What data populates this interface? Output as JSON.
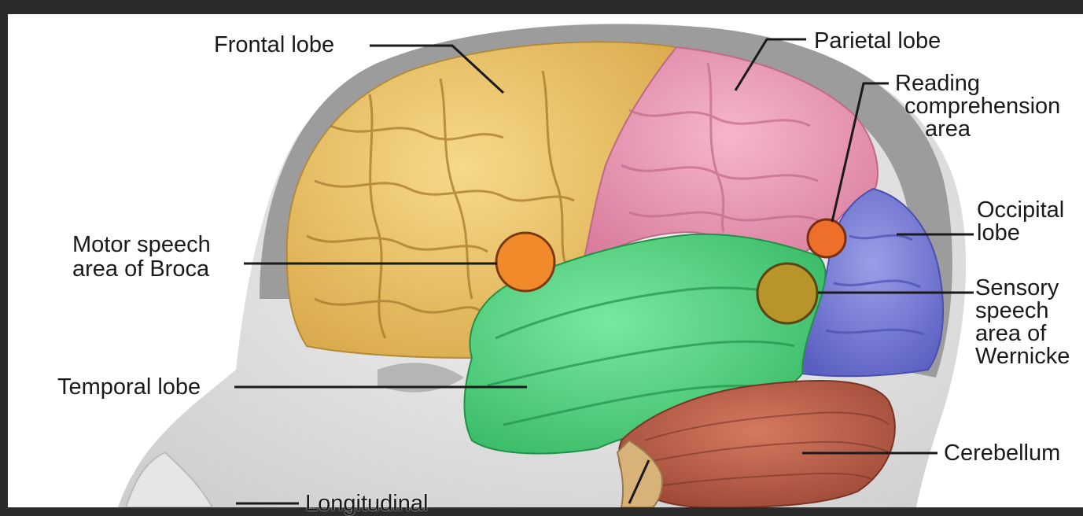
{
  "labels": {
    "frontal": "Frontal lobe",
    "parietal": "Parietal lobe",
    "reading": [
      "Reading",
      "comprehension",
      "area"
    ],
    "occipital": [
      "Occipital",
      "lobe"
    ],
    "broca": [
      "Motor speech",
      "area of Broca"
    ],
    "wernicke": [
      "Sensory",
      "speech",
      "area of",
      "Wernicke"
    ],
    "temporal": "Temporal lobe",
    "cerebellum": "Cerebellum",
    "longitudinal_partial": "Longitudinal"
  },
  "colors": {
    "frontal": "#e8c46a",
    "parietal": "#e99bb5",
    "temporal": "#4fd37e",
    "occipital": "#7b7fd6",
    "cerebellum": "#b8604a",
    "broca_spot": "#f08a2a",
    "wernicke_spot": "#b8952a",
    "reading_spot": "#ee6f2a"
  }
}
